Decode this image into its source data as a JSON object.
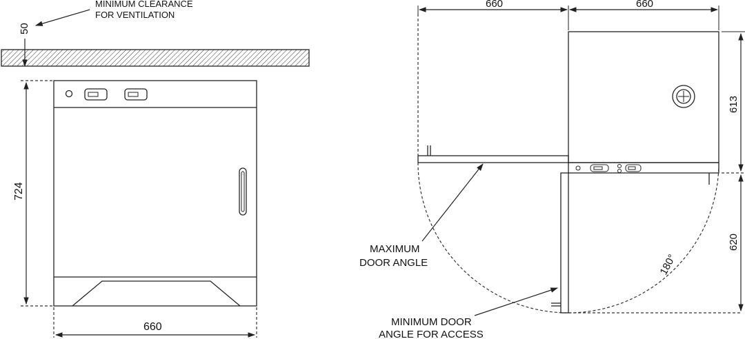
{
  "notes": {
    "ventilation_line1": "MINIMUM CLEARANCE",
    "ventilation_line2": "FOR VENTILATION",
    "max_door_line1": "MAXIMUM",
    "max_door_line2": "DOOR ANGLE",
    "min_door_line1": "MINIMUM DOOR",
    "min_door_line2": "ANGLE FOR ACCESS",
    "angle": "180°"
  },
  "dimensions": {
    "clearance": "50",
    "front_height": "724",
    "front_width": "660",
    "top_left_width": "660",
    "top_right_width": "660",
    "side_upper_depth": "613",
    "side_lower_depth": "620"
  }
}
